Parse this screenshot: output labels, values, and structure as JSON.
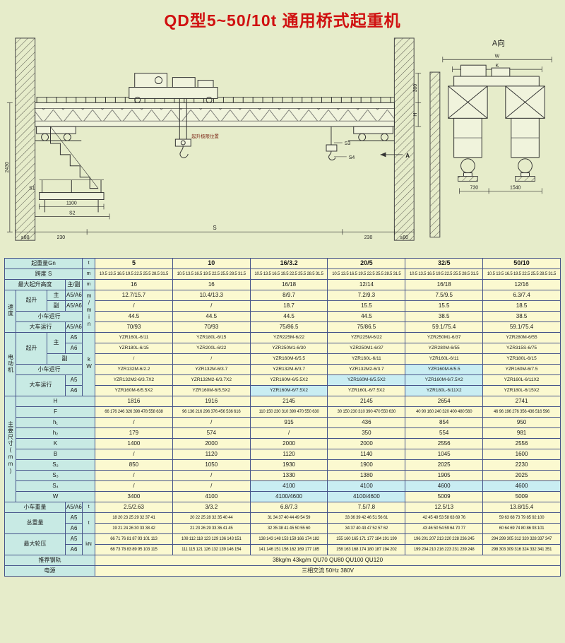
{
  "title": "QD型5~50/10t 通用桥式起重机",
  "drawings": {
    "side": {
      "note": "起升极限位置",
      "section_mark": "A",
      "dim_s": "S",
      "dim_230_left": "230",
      "dim_230_right": "230",
      "dim_80_left": "≥80",
      "dim_80_right": "≥80",
      "dim_1100": "1100",
      "dim_s1": "S1",
      "dim_s2": "S2",
      "dim_s3": "S3",
      "dim_s4": "S4",
      "dim_2430": "2430",
      "dim_300": "300",
      "dim_h": "H"
    },
    "end": {
      "title": "A向",
      "dim_w": "W",
      "dim_k": "K",
      "dim_730": "730",
      "dim_1540": "1540"
    }
  },
  "table": {
    "rows": [
      [
        {
          "t": "起重量Gn",
          "c": 4,
          "k": "l"
        },
        {
          "t": "t",
          "k": "u"
        },
        {
          "t": "5",
          "k": "h"
        },
        {
          "t": "10",
          "k": "h"
        },
        {
          "t": "16/3.2",
          "k": "h"
        },
        {
          "t": "20/5",
          "k": "h"
        },
        {
          "t": "32/5",
          "k": "h"
        },
        {
          "t": "50/10",
          "k": "h"
        }
      ],
      [
        {
          "t": "跨度 S",
          "c": 4,
          "k": "l"
        },
        {
          "t": "m",
          "k": "u"
        },
        {
          "t": "10.5 13.5 16.5 19.5 22.5 25.5 28.5 31.5",
          "k": "tiny"
        },
        {
          "t": "10.5 13.5 16.5 19.5 22.5 25.5 28.5 31.5",
          "k": "tiny"
        },
        {
          "t": "10.5 13.5 16.5 19.5 22.5 25.5 28.5 31.5",
          "k": "tiny"
        },
        {
          "t": "10.5 13.5 16.5 19.5 22.5 25.5 28.5 31.5",
          "k": "tiny"
        },
        {
          "t": "10.5 13.5 16.5 19.5 22.5 25.5 28.5 31.5",
          "k": "tiny"
        },
        {
          "t": "10.5 13.5 16.5 19.5 22.5 25.5 28.5 31.5",
          "k": "tiny"
        }
      ],
      [
        {
          "t": "最大起升高度",
          "c": 3,
          "k": "l"
        },
        {
          "t": "主/副",
          "k": "l"
        },
        {
          "t": "m",
          "k": "u"
        },
        {
          "t": "16"
        },
        {
          "t": "16"
        },
        {
          "t": "16/18"
        },
        {
          "t": "12/14"
        },
        {
          "t": "16/18"
        },
        {
          "t": "12/16"
        }
      ],
      [
        {
          "t": "速度",
          "r": 4,
          "k": "g",
          "v": 1
        },
        {
          "t": "起升",
          "r": 2,
          "k": "l"
        },
        {
          "t": "主",
          "k": "l"
        },
        {
          "t": "A5/A6",
          "k": "l"
        },
        {
          "t": "m/min",
          "r": 4,
          "k": "u",
          "v": 1
        },
        {
          "t": "12.7/15.7"
        },
        {
          "t": "10.4/13.3"
        },
        {
          "t": "8/9.7"
        },
        {
          "t": "7.2/9.3"
        },
        {
          "t": "7.5/9.5"
        },
        {
          "t": "6.3/7.4"
        }
      ],
      [
        {
          "t": "副",
          "k": "l"
        },
        {
          "t": "A5/A6",
          "k": "l"
        },
        {
          "t": "/"
        },
        {
          "t": "/"
        },
        {
          "t": "18.7"
        },
        {
          "t": "15.5"
        },
        {
          "t": "15.5"
        },
        {
          "t": "18.5"
        }
      ],
      [
        {
          "t": "小车运行",
          "c": 3,
          "k": "l"
        },
        {
          "t": "44.5"
        },
        {
          "t": "44.5"
        },
        {
          "t": "44.5"
        },
        {
          "t": "44.5"
        },
        {
          "t": "38.5"
        },
        {
          "t": "38.5"
        }
      ],
      [
        {
          "t": "大车运行",
          "c": 2,
          "k": "l"
        },
        {
          "t": "A5/A6",
          "k": "l"
        },
        {
          "t": "70/93"
        },
        {
          "t": "70/93"
        },
        {
          "t": "75/86.5"
        },
        {
          "t": "75/86.5"
        },
        {
          "t": "59.1/75.4"
        },
        {
          "t": "59.1/75.4"
        }
      ],
      [
        {
          "t": "电动机",
          "r": 6,
          "k": "g",
          "v": 1
        },
        {
          "t": "起升",
          "r": 3,
          "k": "l"
        },
        {
          "t": "主",
          "r": 2,
          "k": "l"
        },
        {
          "t": "A5",
          "k": "l"
        },
        {
          "t": "kW",
          "r": 6,
          "k": "u",
          "v": 1
        },
        {
          "t": "YZR160L-6/11",
          "k": "m"
        },
        {
          "t": "YZR180L-6/15",
          "k": "m"
        },
        {
          "t": "YZR225M-6/22",
          "k": "m"
        },
        {
          "t": "YZR225M-6/22",
          "k": "m"
        },
        {
          "t": "YZR250M1-6/37",
          "k": "m"
        },
        {
          "t": "YZR280M-6/55",
          "k": "m"
        }
      ],
      [
        {
          "t": "A6",
          "k": "l"
        },
        {
          "t": "YZR180L-6/15",
          "k": "m"
        },
        {
          "t": "YZR200L-6/22",
          "k": "m"
        },
        {
          "t": "YZR250M1-6/30",
          "k": "m"
        },
        {
          "t": "YZR250M1-6/37",
          "k": "m"
        },
        {
          "t": "YZR280M-6/55",
          "k": "m"
        },
        {
          "t": "YZR315S-6/75",
          "k": "m"
        }
      ],
      [
        {
          "t": "副",
          "c": 2,
          "k": "l"
        },
        {
          "t": "/",
          "k": "m"
        },
        {
          "t": "/",
          "k": "m"
        },
        {
          "t": "YZR160M-6/5.5",
          "k": "m"
        },
        {
          "t": "YZR160L-6/11",
          "k": "m"
        },
        {
          "t": "YZR160L-6/11",
          "k": "m"
        },
        {
          "t": "YZR180L-6/15",
          "k": "m"
        }
      ],
      [
        {
          "t": "小车运行",
          "c": 3,
          "k": "l"
        },
        {
          "t": "YZR132M-6/2.2",
          "k": "m"
        },
        {
          "t": "YZR132M-6/3.7",
          "k": "m"
        },
        {
          "t": "YZR132M-6/3.7",
          "k": "m"
        },
        {
          "t": "YZR132M2-6/3.7",
          "k": "m"
        },
        {
          "t": "YZR160M-6/5.5",
          "k": "mc"
        },
        {
          "t": "YZR160M-6/7.5",
          "k": "m"
        }
      ],
      [
        {
          "t": "大车运行",
          "c": 2,
          "r": 2,
          "k": "l"
        },
        {
          "t": "A5",
          "k": "l"
        },
        {
          "t": "YZR132M2-6/3.7X2",
          "k": "m"
        },
        {
          "t": "YZR132M2-6/3.7X2",
          "k": "m"
        },
        {
          "t": "YZR160M-6/5.5X2",
          "k": "m"
        },
        {
          "t": "YZR160M-6/5.5X2",
          "k": "mc"
        },
        {
          "t": "YZR160M-6/7.5X2",
          "k": "mc"
        },
        {
          "t": "YZR160L-6/11X2",
          "k": "m"
        }
      ],
      [
        {
          "t": "A6",
          "k": "l"
        },
        {
          "t": "YZR160M-6/5.5X2",
          "k": "m"
        },
        {
          "t": "YZR160M-6/5.5X2",
          "k": "m"
        },
        {
          "t": "YZR160M-6/7.5X2",
          "k": "mc"
        },
        {
          "t": "YZR160L-6/7.5X2",
          "k": "m"
        },
        {
          "t": "YZR180L-6/11X2",
          "k": "mc"
        },
        {
          "t": "YZR180L-6/15X2",
          "k": "m"
        }
      ],
      [
        {
          "t": "主要尺寸(mm)",
          "r": 10,
          "k": "g",
          "v": 1
        },
        {
          "t": "H",
          "c": 4,
          "k": "l"
        },
        {
          "t": "1816"
        },
        {
          "t": "1916"
        },
        {
          "t": "2145"
        },
        {
          "t": "2145"
        },
        {
          "t": "2654"
        },
        {
          "t": "2741"
        }
      ],
      [
        {
          "t": "F",
          "c": 4,
          "k": "l"
        },
        {
          "t": "66 176 246 326 398 478 558 638",
          "k": "tiny"
        },
        {
          "t": "96 136 216 296 376 456 536 616",
          "k": "tiny"
        },
        {
          "t": "110 150 230 310 390 470 550 630",
          "k": "tiny"
        },
        {
          "t": "30 150 230 310 390 470 550 630",
          "k": "tiny"
        },
        {
          "t": "40 90 160 240 320 400 480 560",
          "k": "tiny"
        },
        {
          "t": "46 96 196 276 356 436 516 596",
          "k": "tiny"
        }
      ],
      [
        {
          "t": "h₁",
          "c": 4,
          "k": "l"
        },
        {
          "t": "/"
        },
        {
          "t": "/"
        },
        {
          "t": "915"
        },
        {
          "t": "436"
        },
        {
          "t": "854"
        },
        {
          "t": "950"
        }
      ],
      [
        {
          "t": "h₂",
          "c": 4,
          "k": "l"
        },
        {
          "t": "179"
        },
        {
          "t": "574"
        },
        {
          "t": "/"
        },
        {
          "t": "350"
        },
        {
          "t": "554"
        },
        {
          "t": "981"
        }
      ],
      [
        {
          "t": "K",
          "c": 4,
          "k": "l"
        },
        {
          "t": "1400"
        },
        {
          "t": "2000"
        },
        {
          "t": "2000"
        },
        {
          "t": "2000"
        },
        {
          "t": "2556"
        },
        {
          "t": "2556"
        }
      ],
      [
        {
          "t": "B",
          "c": 4,
          "k": "l"
        },
        {
          "t": "/"
        },
        {
          "t": "1120"
        },
        {
          "t": "1120"
        },
        {
          "t": "1140"
        },
        {
          "t": "1045"
        },
        {
          "t": "1600"
        }
      ],
      [
        {
          "t": "S₂",
          "c": 4,
          "k": "l"
        },
        {
          "t": "850"
        },
        {
          "t": "1050"
        },
        {
          "t": "1930"
        },
        {
          "t": "1900"
        },
        {
          "t": "2025"
        },
        {
          "t": "2230"
        }
      ],
      [
        {
          "t": "S₃",
          "c": 4,
          "k": "l"
        },
        {
          "t": "/"
        },
        {
          "t": "/"
        },
        {
          "t": "1330"
        },
        {
          "t": "1380"
        },
        {
          "t": "1905"
        },
        {
          "t": "2025"
        }
      ],
      [
        {
          "t": "S₄",
          "c": 4,
          "k": "l"
        },
        {
          "t": "/"
        },
        {
          "t": "/"
        },
        {
          "t": "4100",
          "k": "dc"
        },
        {
          "t": "4100",
          "k": "dc"
        },
        {
          "t": "4600",
          "k": "dc"
        },
        {
          "t": "4600",
          "k": "dc"
        }
      ],
      [
        {
          "t": "W",
          "c": 4,
          "k": "l"
        },
        {
          "t": "3400"
        },
        {
          "t": "4100"
        },
        {
          "t": "4100/4600",
          "k": "dc"
        },
        {
          "t": "4100/4600",
          "k": "dc"
        },
        {
          "t": "5009"
        },
        {
          "t": "5009"
        }
      ],
      [
        {
          "t": "小车重量",
          "c": 3,
          "k": "l"
        },
        {
          "t": "A5/A6",
          "k": "l"
        },
        {
          "t": "t",
          "k": "u"
        },
        {
          "t": "2.5/2.63"
        },
        {
          "t": "3/3.2"
        },
        {
          "t": "6.8/7.3"
        },
        {
          "t": "7.5/7.8"
        },
        {
          "t": "12.5/13"
        },
        {
          "t": "13.8/15.4"
        }
      ],
      [
        {
          "t": "总重量",
          "c": 3,
          "r": 2,
          "k": "l"
        },
        {
          "t": "A5",
          "k": "l"
        },
        {
          "t": "t",
          "r": 2,
          "k": "u"
        },
        {
          "t": "18 20 23 25 29 32 37 41",
          "k": "tiny"
        },
        {
          "t": "20 22 25 28 32 35 40 44",
          "k": "tiny"
        },
        {
          "t": "31 34 37 40 44 49 54 59",
          "k": "tiny"
        },
        {
          "t": "33 36 39 42 46 51 56 61",
          "k": "tiny"
        },
        {
          "t": "42 45 49 53 58 63 69 76",
          "k": "tiny"
        },
        {
          "t": "59 63 68 73 79 85 92 100",
          "k": "tiny"
        }
      ],
      [
        {
          "t": "A6",
          "k": "l"
        },
        {
          "t": "19 21 24 26 30 33 38 42",
          "k": "tiny"
        },
        {
          "t": "21 23 26 29 33 36 41 45",
          "k": "tiny"
        },
        {
          "t": "32 35 38 41 45 50 55 60",
          "k": "tiny"
        },
        {
          "t": "34 37 40 43 47 52 57 62",
          "k": "tiny"
        },
        {
          "t": "43 46 50 54 59 64 70 77",
          "k": "tiny"
        },
        {
          "t": "60 64 69 74 80 86 93 101",
          "k": "tiny"
        }
      ],
      [
        {
          "t": "最大轮压",
          "c": 3,
          "r": 2,
          "k": "l"
        },
        {
          "t": "A5",
          "k": "l"
        },
        {
          "t": "kN",
          "r": 2,
          "k": "u"
        },
        {
          "t": "66 71 76 81 87 93 101 113",
          "k": "tiny"
        },
        {
          "t": "108 112 118 123 129 136 143 151",
          "k": "tiny"
        },
        {
          "t": "138 143 148 153 159 166 174 182",
          "k": "tiny"
        },
        {
          "t": "155 160 165 171 177 184 191 199",
          "k": "tiny"
        },
        {
          "t": "196 201 207 213 220 228 236 245",
          "k": "tiny"
        },
        {
          "t": "294 299 305 312 320 328 337 347",
          "k": "tiny"
        }
      ],
      [
        {
          "t": "A6",
          "k": "l"
        },
        {
          "t": "68 73 78 83 89 95 103 115",
          "k": "tiny"
        },
        {
          "t": "111 115 121 126 132 139 146 154",
          "k": "tiny"
        },
        {
          "t": "141 146 151 156 162 169 177 185",
          "k": "tiny"
        },
        {
          "t": "158 163 168 174 180 187 194 202",
          "k": "tiny"
        },
        {
          "t": "199 204 210 216 223 231 239 248",
          "k": "tiny"
        },
        {
          "t": "298 303 309 316 324 332 341 351",
          "k": "tiny"
        }
      ],
      [
        {
          "t": "推荐钢轨",
          "c": 5,
          "k": "l"
        },
        {
          "t": "38kg/m    43kg/m    QU70    QU80    QU100    QU120",
          "c": 6
        }
      ],
      [
        {
          "t": "电源",
          "c": 5,
          "k": "l"
        },
        {
          "t": "三相交流    50Hz    380V",
          "c": 6
        }
      ]
    ]
  }
}
